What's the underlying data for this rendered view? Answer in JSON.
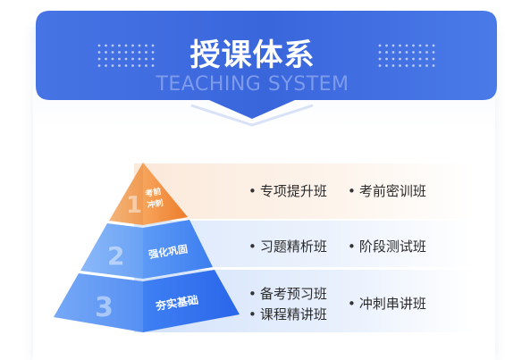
{
  "header": {
    "title": "授课体系",
    "subtitle": "TEACHING SYSTEM"
  },
  "pyramid": {
    "levels": [
      {
        "number": "1",
        "label_line1": "考前",
        "label_line2": "冲刺",
        "color": "#ef8a3a"
      },
      {
        "number": "2",
        "label": "强化巩固",
        "color": "#4e8ef4"
      },
      {
        "number": "3",
        "label": "夯实基础",
        "color": "#2f6ff0"
      }
    ]
  },
  "courses": {
    "row1": [
      "专项提升班",
      "考前密训班"
    ],
    "row2": [
      "习题精析班",
      "阶段测试班"
    ],
    "row3_left": [
      "备考预习班",
      "课程精讲班"
    ],
    "row3_right": [
      "冲刺串讲班"
    ]
  },
  "colors": {
    "banner_blue": "#3d6fe0",
    "row1_bg": "#fdf1e7",
    "row2_bg": "#eaf2fd",
    "row3_bg": "#e4eefc"
  }
}
